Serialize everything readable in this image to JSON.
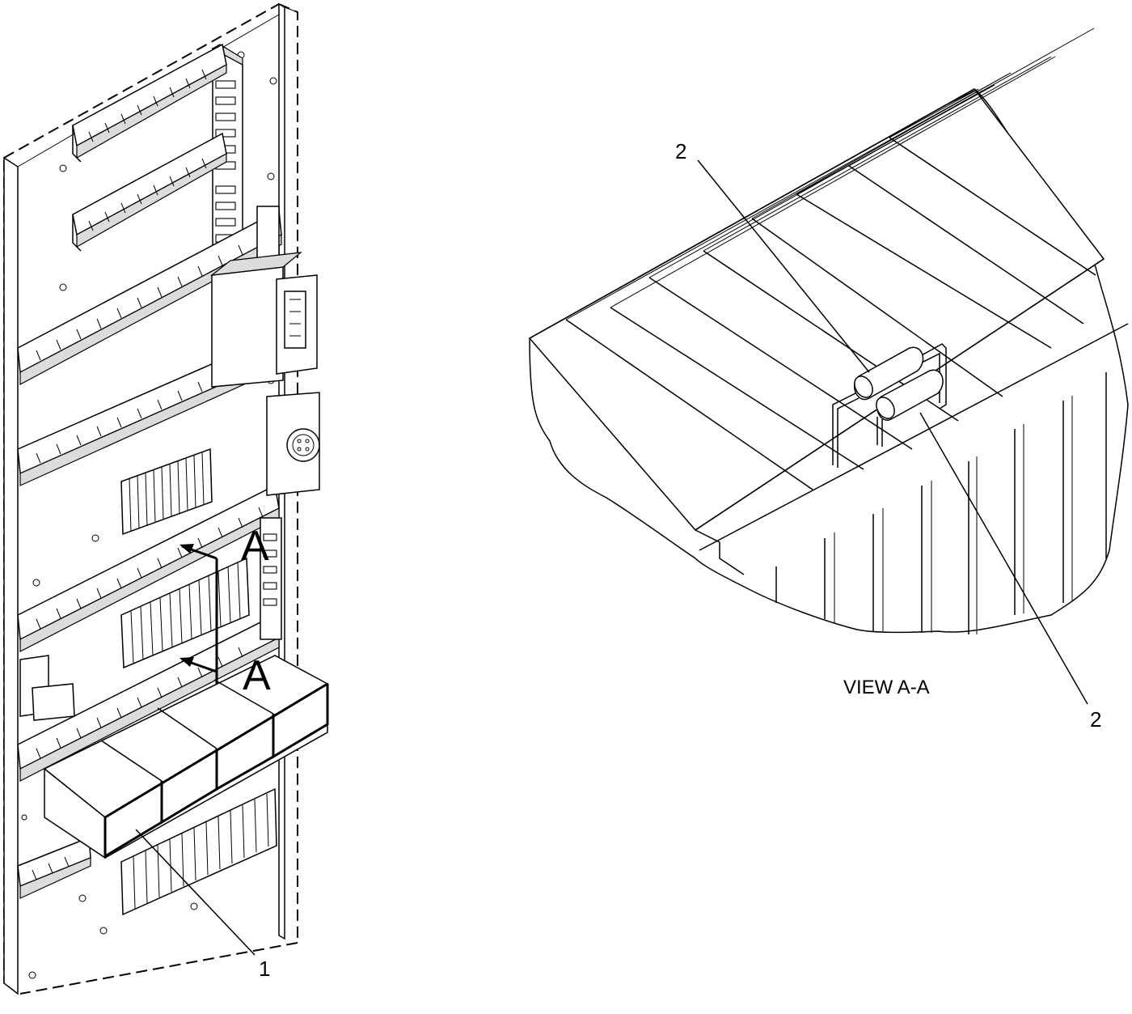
{
  "figure": {
    "callout_1": "1",
    "callout_2_top": "2",
    "callout_2_bottom": "2",
    "view_marker_upper": "A",
    "view_marker_lower": "A",
    "view_caption": "VIEW A-A"
  }
}
